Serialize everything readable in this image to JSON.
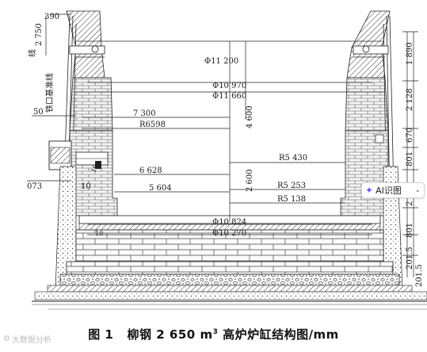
{
  "caption": {
    "figure_no": "图 1",
    "text_before_sup": "柳钢 2 650 m",
    "sup": "3",
    "text_after_sup": " 高炉炉缸结构图/mm"
  },
  "left_labels": {
    "top_390": "390",
    "vert_2750": "2 750",
    "vert_xian": "线",
    "vert_tiekou": "铁口基准线",
    "side_50": "50",
    "side_073": "073",
    "side_10": "10",
    "small_10a": "10",
    "small_10b": "10"
  },
  "dimensions": {
    "d11200": "Φ11 200",
    "d10970": "Φ10 970",
    "d11660": "Φ11 660",
    "d7300": "7 300",
    "r6598": "R6598",
    "v4600": "4 600",
    "d6628": "6 628",
    "v2600": "2 600",
    "r5430": "R5 430",
    "d5604": "5 604",
    "r5253": "R5 253",
    "r5138": "R5 138",
    "d10824": "Φ10 824",
    "d10270": "Φ10 270"
  },
  "right_labels": {
    "r1890": "1 890",
    "r2128": "2 128",
    "r670": "670",
    "r801": "801",
    "r2": "2",
    "r801b": "801",
    "r201a": "201.5",
    "r201b": "201.5"
  },
  "ai_button": {
    "label": "AI识图"
  },
  "watermark": {
    "text": "大数据分析"
  },
  "colors": {
    "line": "#1a1a1a",
    "hatch": "#3a3a3a",
    "fill_light": "#f2f2f2",
    "ai_accent": "#6b5cff"
  }
}
